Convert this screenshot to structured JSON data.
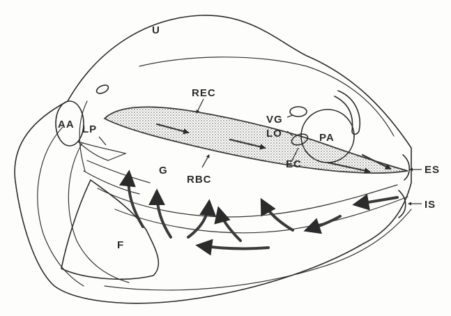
{
  "colors": {
    "ink": "#2b2b2b",
    "stipple": "#6e6e6e",
    "background": "#fdfdfb"
  },
  "labels": {
    "U": "U",
    "AA": "AA",
    "LP": "LP",
    "REC": "REC",
    "RBC": "RBC",
    "G": "G",
    "VG": "VG",
    "LO": "LO",
    "PA": "PA",
    "EC": "EC",
    "ES": "ES",
    "IS": "IS",
    "F": "F"
  }
}
